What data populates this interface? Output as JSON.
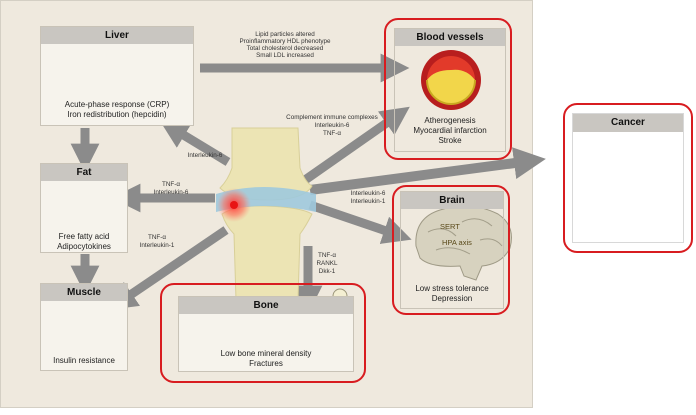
{
  "colors": {
    "panel_bg": "#efe9de",
    "card_bg": "#f6f3ec",
    "title_bar": "#c9c6c1",
    "highlight_frame": "#d81c20",
    "arrow": "#8b8b8b"
  },
  "organs": {
    "liver": {
      "title": "Liver",
      "line1": "Acute-phase response (CRP)",
      "line2": "Iron redistribution (hepcidin)"
    },
    "fat": {
      "title": "Fat",
      "line1": "Free fatty acid",
      "line2": "Adipocytokines"
    },
    "muscle": {
      "title": "Muscle",
      "line1": "Insulin resistance"
    },
    "bone": {
      "title": "Bone",
      "line1": "Low bone mineral density",
      "line2": "Fractures"
    },
    "blood_vessels": {
      "title": "Blood vessels",
      "line1": "Atherogenesis",
      "line2": "Myocardial infarction",
      "line3": "Stroke"
    },
    "brain": {
      "title": "Brain",
      "line1": "Low stress tolerance",
      "line2": "Depression",
      "label_sert": "SERT",
      "label_hpa": "HPA axis"
    },
    "cancer": {
      "title": "Cancer"
    }
  },
  "mediators": {
    "liver_vessels": [
      "Lipid particles altered",
      "Proinflammatory HDL phenotype",
      "Total cholesterol decreased",
      "Small LDL increased"
    ],
    "joint_vessels": [
      "Complement immune complexes",
      "Interleukin-6",
      "TNF-α"
    ],
    "joint_liver": [
      "Interleukin-6"
    ],
    "joint_fat": [
      "TNF-α",
      "Interleukin-6"
    ],
    "joint_muscle": [
      "TNF-α",
      "Interleukin-1"
    ],
    "joint_brain": [
      "Interleukin-6",
      "Interleukin-1"
    ],
    "joint_bone": [
      "TNF-α",
      "RANKL",
      "Dkk-1"
    ]
  }
}
